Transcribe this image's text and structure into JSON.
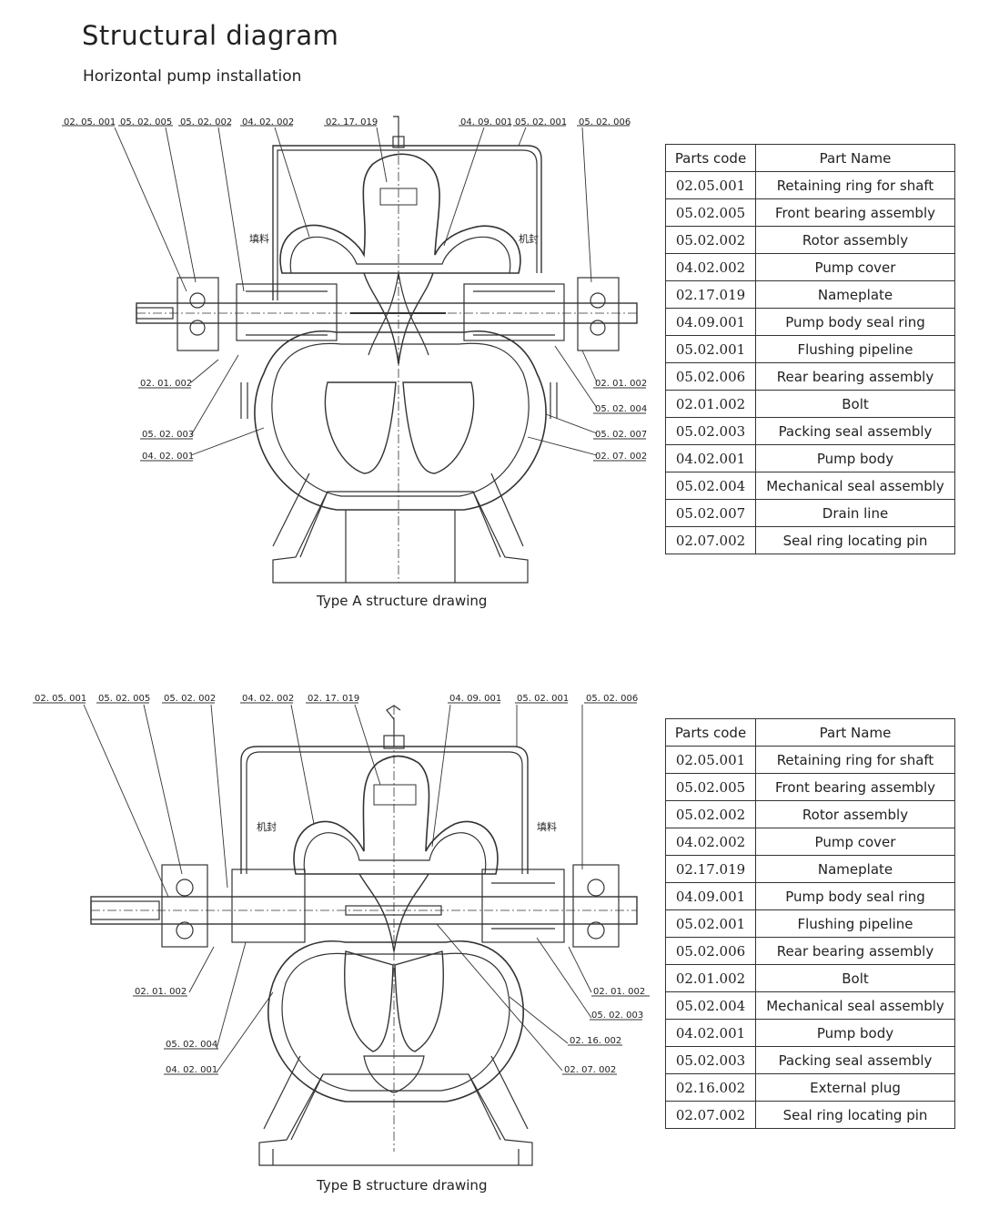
{
  "title": "Structural diagram",
  "subtitle": "Horizontal pump installation",
  "type_a": {
    "caption": "Type A structure drawing",
    "callouts": [
      "02. 05. 001",
      "05. 02. 005",
      "05. 02. 002",
      "04. 02. 002",
      "02. 17. 019",
      "04. 09. 001",
      "05. 02. 001",
      "05. 02. 006",
      "02. 01. 002",
      "05. 02. 003",
      "04. 02. 001",
      "02. 01. 002",
      "05. 02. 004",
      "05. 02. 007",
      "02. 07. 002"
    ],
    "notes": [
      "填料",
      "机封"
    ],
    "table": {
      "headers": [
        "Parts code",
        "Part Name"
      ],
      "rows": [
        [
          "02.05.001",
          "Retaining ring for shaft"
        ],
        [
          "05.02.005",
          "Front bearing assembly"
        ],
        [
          "05.02.002",
          "Rotor assembly"
        ],
        [
          "04.02.002",
          "Pump cover"
        ],
        [
          "02.17.019",
          "Nameplate"
        ],
        [
          "04.09.001",
          "Pump body seal ring"
        ],
        [
          "05.02.001",
          "Flushing pipeline"
        ],
        [
          "05.02.006",
          "Rear bearing assembly"
        ],
        [
          "02.01.002",
          "Bolt"
        ],
        [
          "05.02.003",
          "Packing seal assembly"
        ],
        [
          "04.02.001",
          "Pump body"
        ],
        [
          "05.02.004",
          "Mechanical seal assembly"
        ],
        [
          "05.02.007",
          "Drain line"
        ],
        [
          "02.07.002",
          "Seal ring locating pin"
        ]
      ]
    }
  },
  "type_b": {
    "caption": "Type B structure drawing",
    "callouts": [
      "02. 05. 001",
      "05. 02. 005",
      "05. 02. 002",
      "04. 02. 002",
      "02. 17. 019",
      "04. 09. 001",
      "05. 02. 001",
      "05. 02. 006",
      "02. 01. 002",
      "05. 02. 004",
      "04. 02. 001",
      "02. 01. 002",
      "05. 02. 003",
      "02. 16. 002",
      "02. 07. 002"
    ],
    "notes": [
      "机封",
      "填料"
    ],
    "table": {
      "headers": [
        "Parts code",
        "Part Name"
      ],
      "rows": [
        [
          "02.05.001",
          "Retaining ring for shaft"
        ],
        [
          "05.02.005",
          "Front bearing assembly"
        ],
        [
          "05.02.002",
          "Rotor assembly"
        ],
        [
          "04.02.002",
          "Pump cover"
        ],
        [
          "02.17.019",
          "Nameplate"
        ],
        [
          "04.09.001",
          "Pump body seal ring"
        ],
        [
          "05.02.001",
          "Flushing pipeline"
        ],
        [
          "05.02.006",
          "Rear bearing assembly"
        ],
        [
          "02.01.002",
          "Bolt"
        ],
        [
          "05.02.004",
          "Mechanical seal assembly"
        ],
        [
          "04.02.001",
          "Pump body"
        ],
        [
          "05.02.003",
          "Packing seal assembly"
        ],
        [
          "02.16.002",
          "External plug"
        ],
        [
          "02.07.002",
          "Seal ring locating pin"
        ]
      ]
    }
  }
}
